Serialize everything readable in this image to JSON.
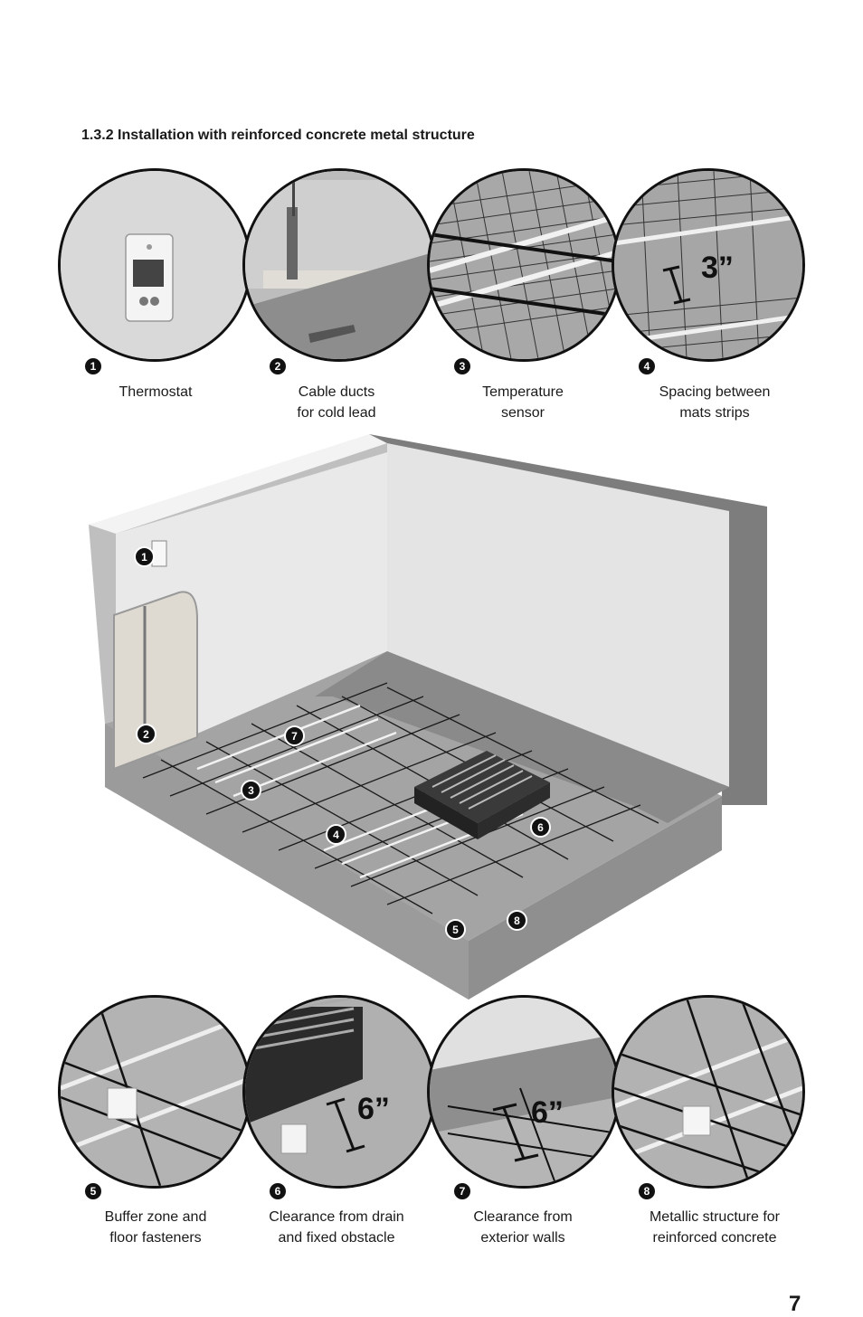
{
  "section_title": "1.3.2 Installation with reinforced concrete metal structure",
  "top_details": [
    {
      "number": "1",
      "lines": [
        "Thermostat"
      ],
      "icon": "thermostat-icon"
    },
    {
      "number": "2",
      "lines": [
        "Cable ducts",
        "for cold lead"
      ],
      "icon": "cable-duct-icon"
    },
    {
      "number": "3",
      "lines": [
        "Temperature",
        "sensor"
      ],
      "icon": "temperature-sensor-icon"
    },
    {
      "number": "4",
      "lines": [
        "Spacing between",
        "mats strips"
      ],
      "icon": "mat-spacing-icon",
      "dimension": "3”"
    }
  ],
  "bottom_details": [
    {
      "number": "5",
      "lines": [
        "Buffer zone and",
        "floor fasteners"
      ],
      "icon": "floor-fastener-icon"
    },
    {
      "number": "6",
      "lines": [
        "Clearance from drain",
        "and fixed obstacle"
      ],
      "icon": "drain-clearance-icon",
      "dimension": "6”"
    },
    {
      "number": "7",
      "lines": [
        "Clearance from",
        "exterior walls"
      ],
      "icon": "wall-clearance-icon",
      "dimension": "6”"
    },
    {
      "number": "8",
      "lines": [
        "Metallic structure for",
        "reinforced concrete"
      ],
      "icon": "metal-structure-icon"
    }
  ],
  "room_callouts": [
    "1",
    "2",
    "7",
    "3",
    "4",
    "6",
    "5",
    "8"
  ],
  "page_number": "7",
  "colors": {
    "ink": "#111111",
    "concrete": "#9a9a9a",
    "wall": "#e2e2e2",
    "mesh": "#1a1a1a"
  }
}
